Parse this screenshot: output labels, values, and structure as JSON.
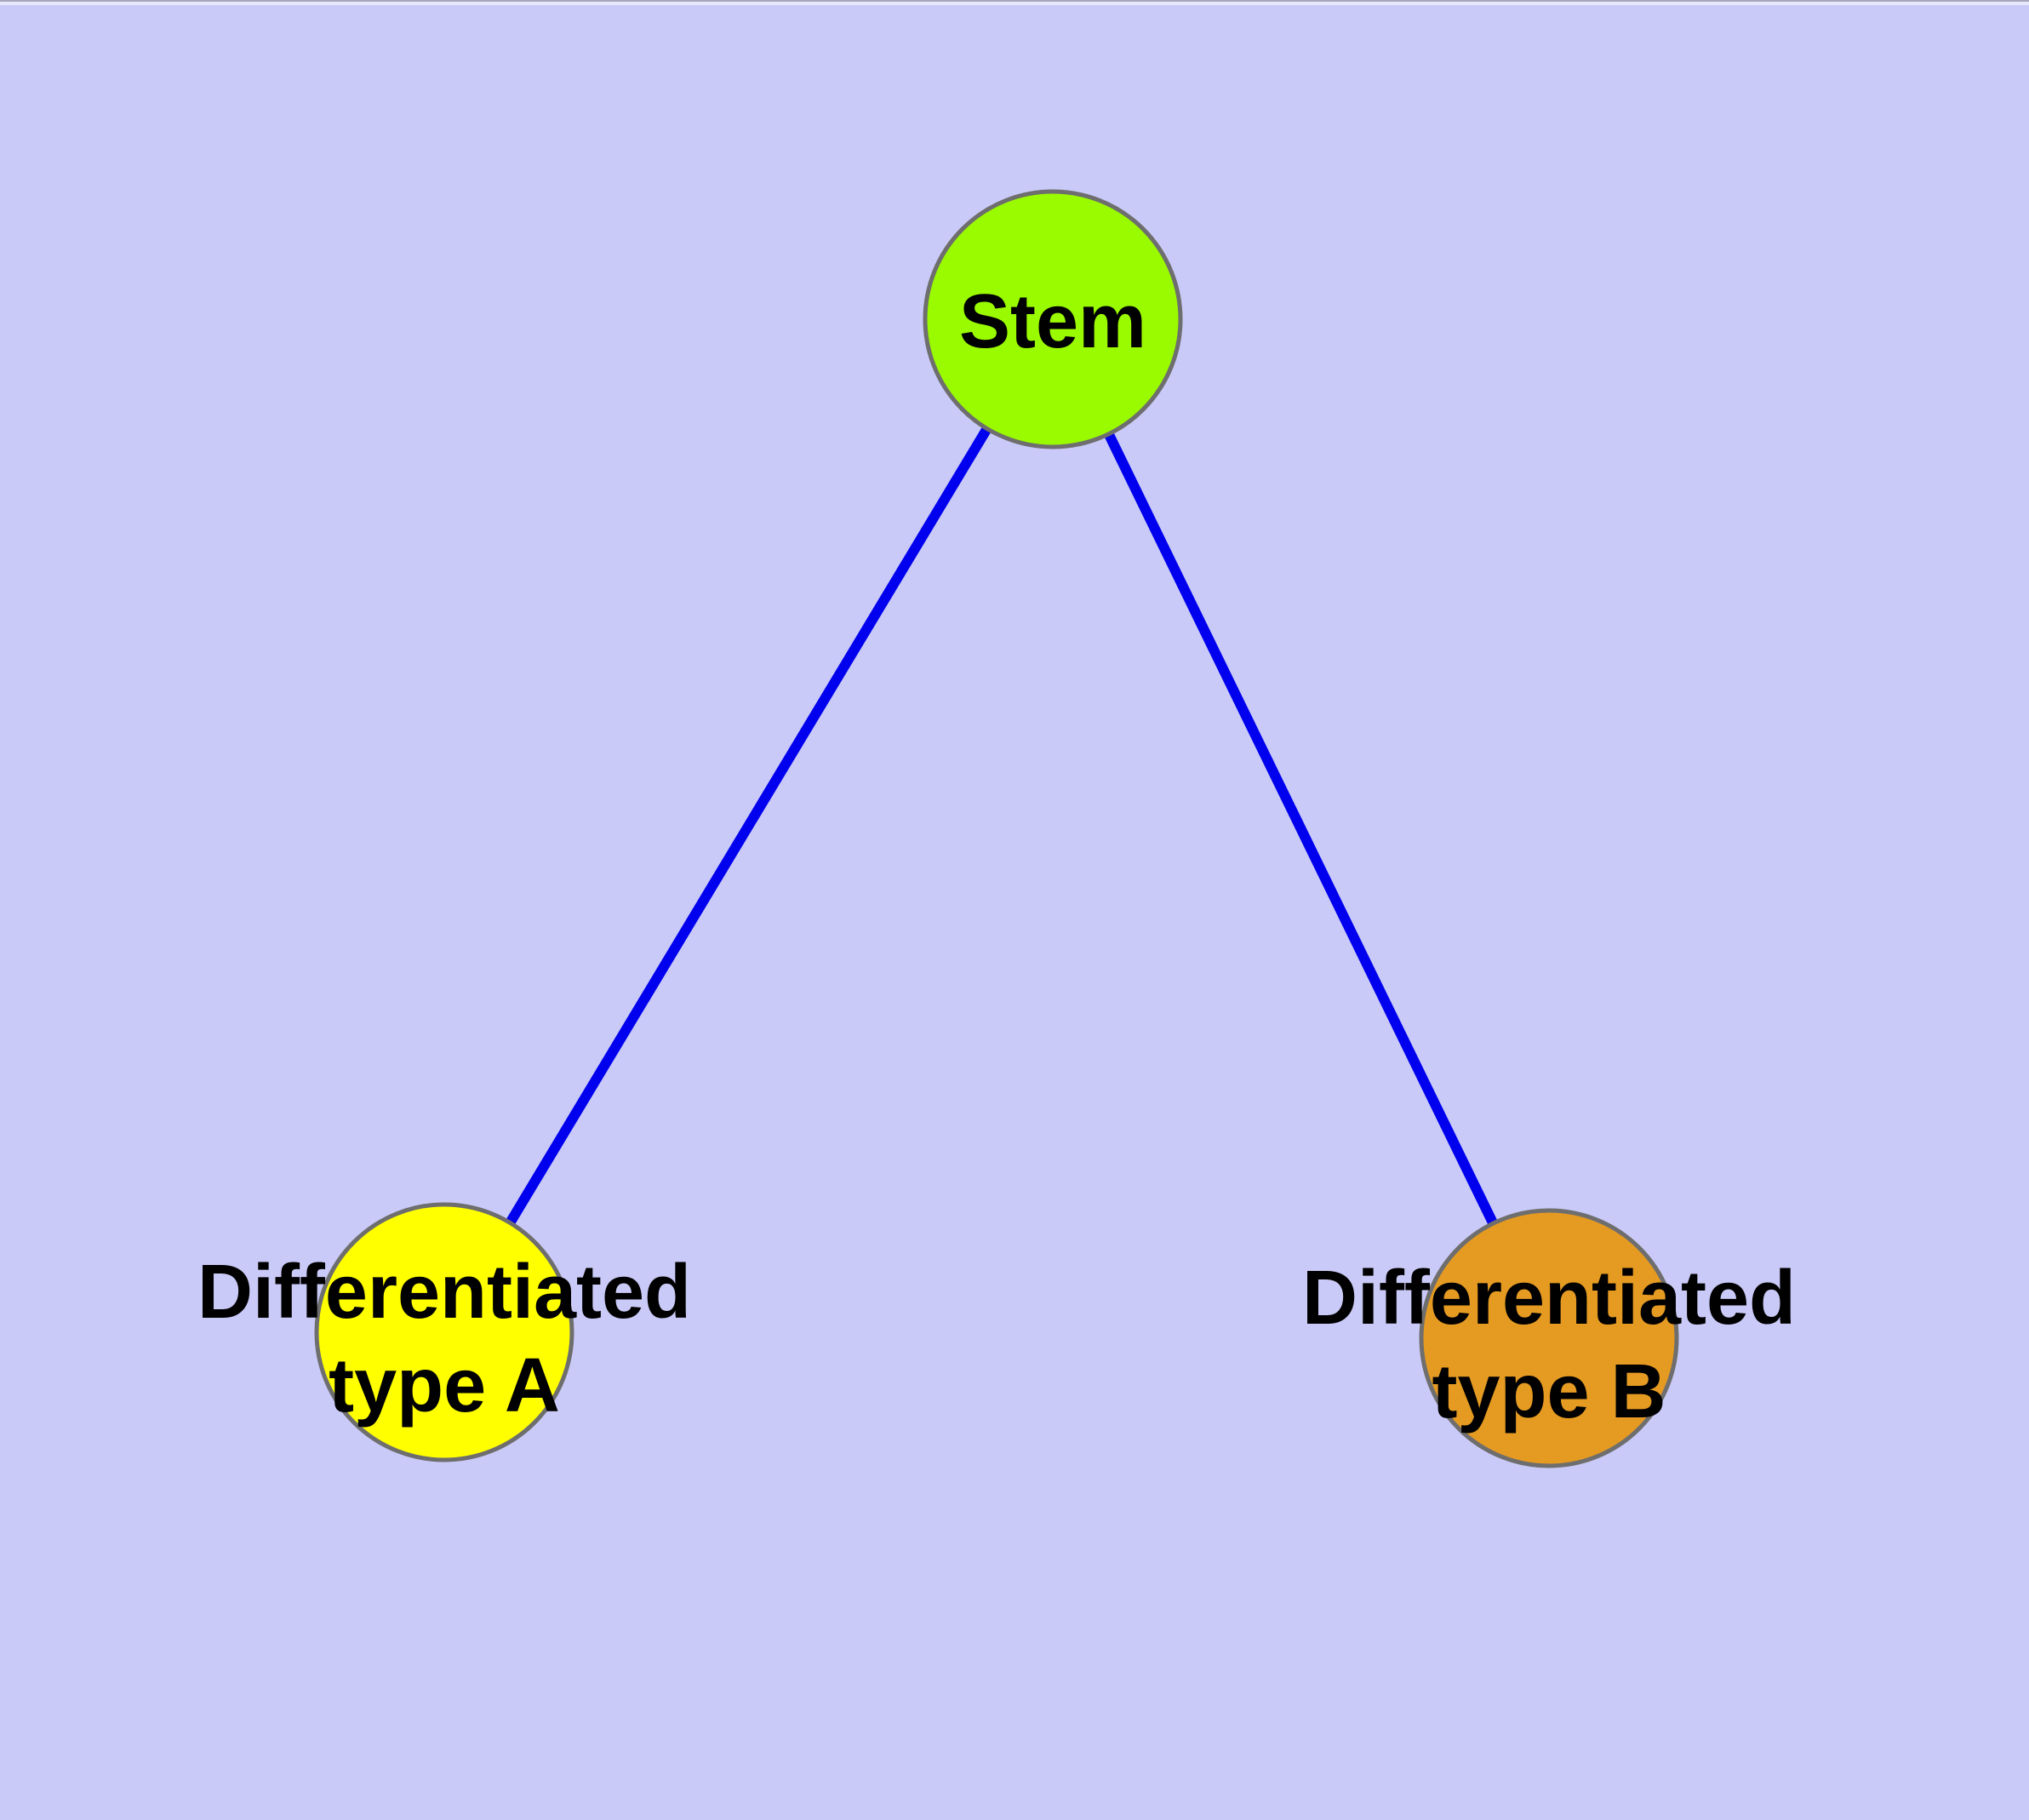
{
  "colors": {
    "background": "#CACAF8",
    "top_highlight": "#E7E7FC",
    "top_hairline": "#A8A8BC",
    "edge": "#0000EE",
    "node_border": "#6E6E6E",
    "label_text": "#000000"
  },
  "nodes": {
    "stem": {
      "label": "Stem",
      "fill": "#9AFA00"
    },
    "type_a": {
      "label_line1": "Differentiated",
      "label_line2": "type A",
      "fill": "#FFFF00"
    },
    "type_b": {
      "label_line1": "Differentiated",
      "label_line2": "type B",
      "fill": "#E59A22"
    }
  },
  "edges": [
    {
      "from": "stem",
      "to": "type_a"
    },
    {
      "from": "stem",
      "to": "type_b"
    }
  ]
}
